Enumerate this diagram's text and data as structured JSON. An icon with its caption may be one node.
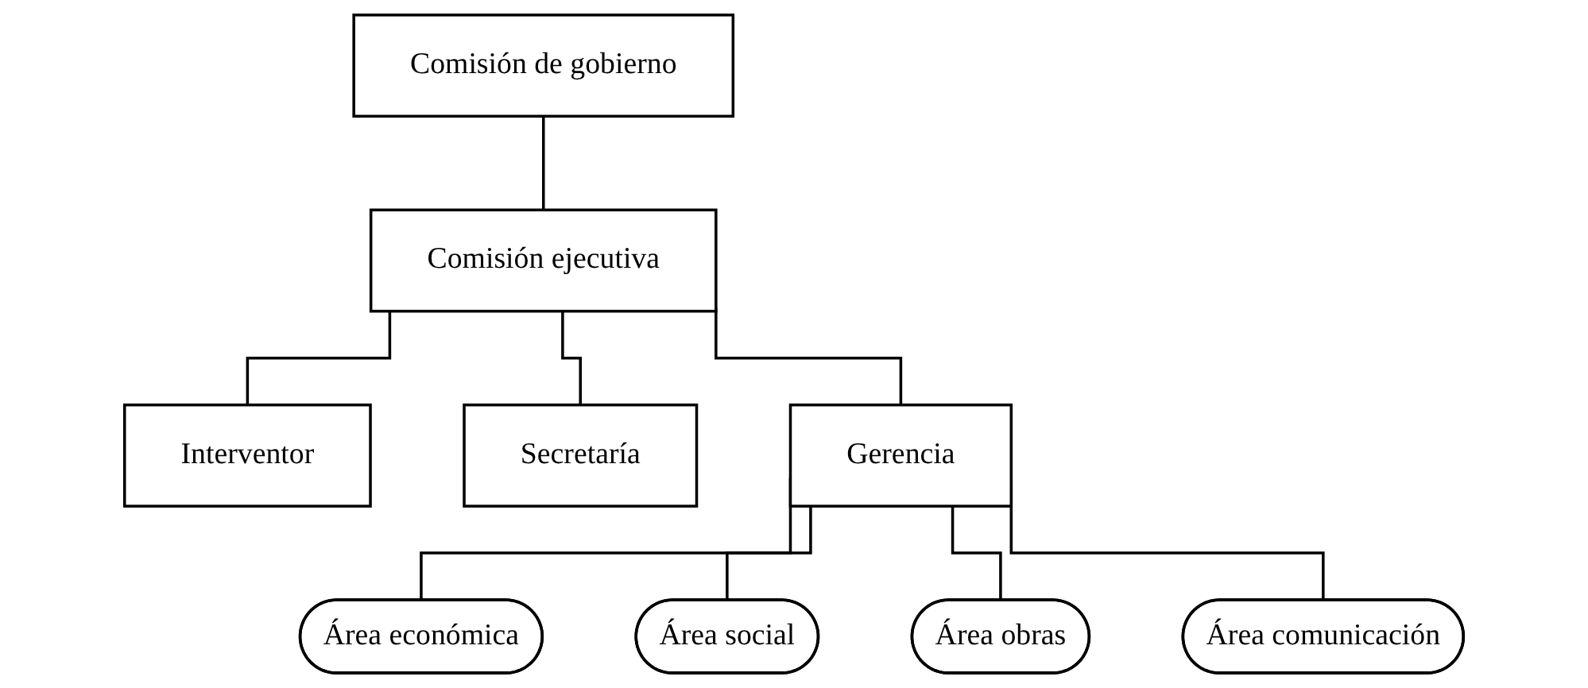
{
  "diagram": {
    "nodes": [
      {
        "text": [
          "Comisión de gobierno"
        ]
      },
      {
        "text": [
          "Comisión ejecutiva"
        ]
      },
      {
        "text": [
          "Interventor"
        ]
      },
      {
        "text": [
          "Secretaría"
        ]
      },
      {
        "text": [
          "Gerencia"
        ]
      },
      {
        "text": [
          "Área económica"
        ]
      },
      {
        "text": [
          "Área social"
        ]
      },
      {
        "text": [
          "Área obras"
        ]
      },
      {
        "text": [
          "Área comunicación"
        ]
      }
    ],
    "edges": [
      {
        "from": 0,
        "to": 1,
        "arrow": "none"
      },
      {
        "from": 1,
        "to": 2,
        "arrow": "none"
      },
      {
        "from": 1,
        "to": 3,
        "arrow": "none"
      },
      {
        "from": 1,
        "to": 4,
        "arrow": "none"
      },
      {
        "from": 4,
        "to": 5,
        "arrow": "none"
      },
      {
        "from": 4,
        "to": 6,
        "arrow": "none"
      },
      {
        "from": 4,
        "to": 7,
        "arrow": "none"
      },
      {
        "from": 4,
        "to": 8,
        "arrow": "none"
      }
    ]
  }
}
